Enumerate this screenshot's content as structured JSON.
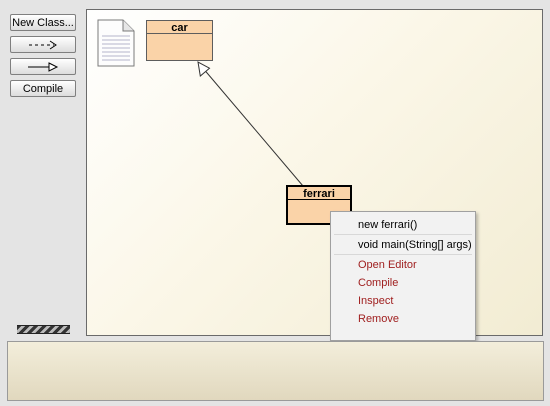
{
  "toolbar": {
    "new_class_label": "New Class...",
    "compile_label": "Compile",
    "dependency_arrow_icon": "dashed-arrow-icon",
    "inheritance_arrow_icon": "hollow-arrow-icon"
  },
  "diagram": {
    "classes": [
      {
        "name": "car"
      },
      {
        "name": "ferrari"
      }
    ],
    "note_icon": "document-icon"
  },
  "context_menu": {
    "items": [
      {
        "label": "new ferrari()",
        "color": "#000000"
      },
      {
        "label": "void main(String[] args)",
        "color": "#000000"
      },
      {
        "label": "Open Editor",
        "color": "#a02020"
      },
      {
        "label": "Compile",
        "color": "#a02020"
      },
      {
        "label": "Inspect",
        "color": "#a02020"
      },
      {
        "label": "Remove",
        "color": "#a02020"
      }
    ]
  },
  "colors": {
    "class_fill": "#fad3a8",
    "menu_action_text": "#a02020",
    "panel_background": "#e4e4e4"
  }
}
